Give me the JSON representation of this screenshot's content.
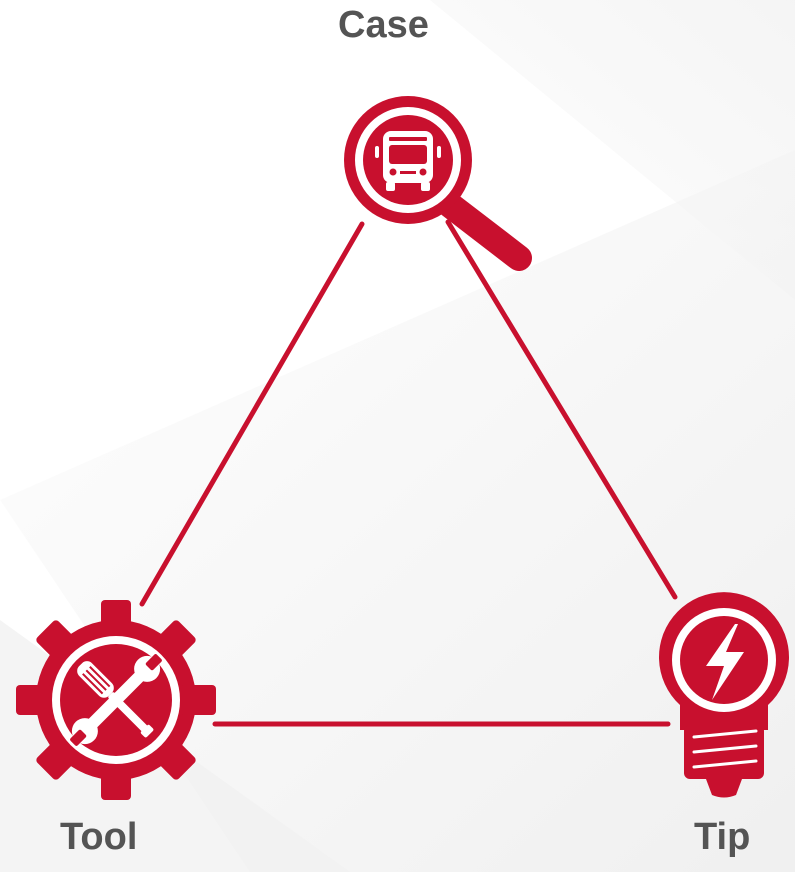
{
  "labels": {
    "case": "Case",
    "tool": "Tool",
    "tip": "Tip"
  },
  "colors": {
    "accent": "#c8102e",
    "label_text": "#545454",
    "background": "#ffffff"
  },
  "icons": {
    "case": "magnifier-bus-icon",
    "tool": "gear-wrench-screwdriver-icon",
    "tip": "lightbulb-bolt-icon"
  }
}
